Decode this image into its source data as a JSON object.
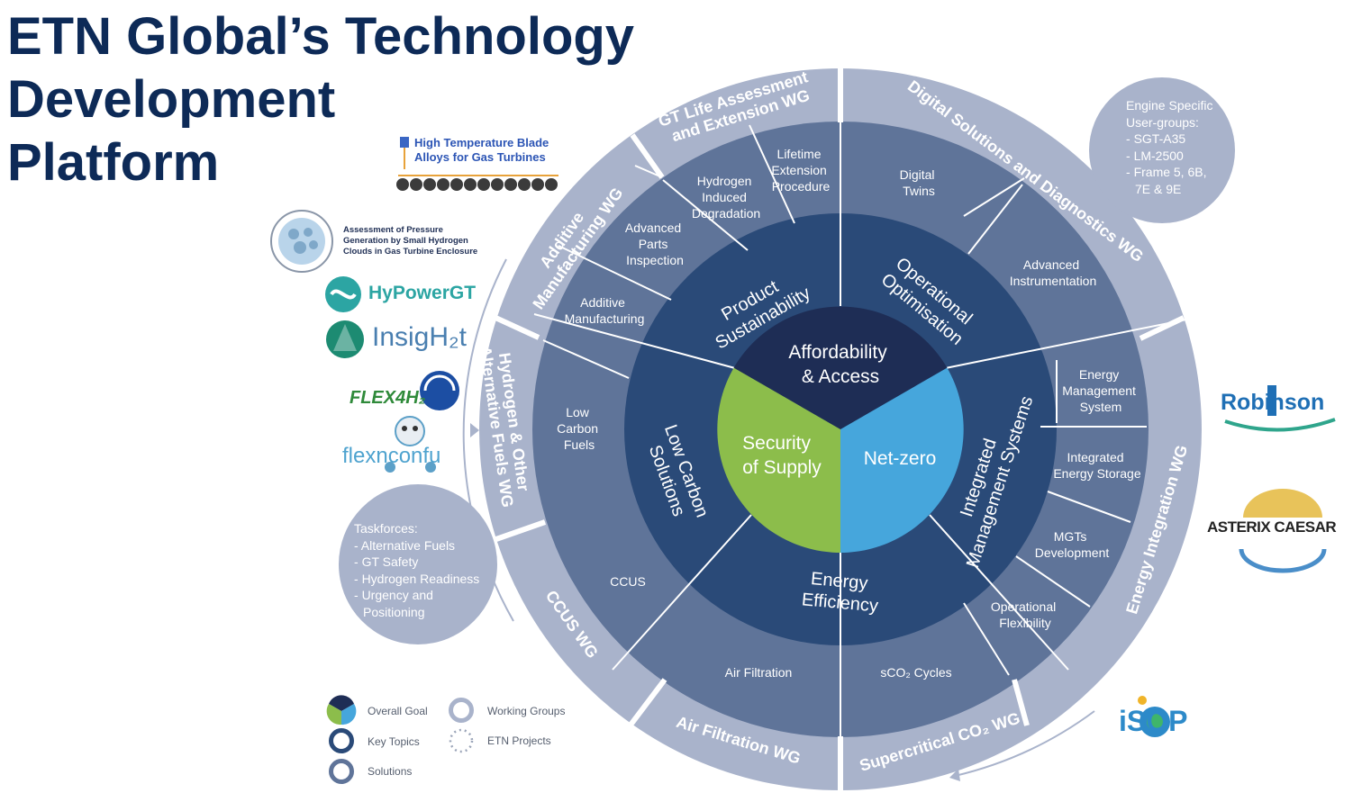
{
  "title": [
    "ETN Global’s Technology",
    "Development",
    "Platform"
  ],
  "core": {
    "top": [
      "Affordability",
      "& Access"
    ],
    "left": [
      "Security",
      "of Supply"
    ],
    "right": [
      "Net-zero"
    ]
  },
  "key_topics": {
    "product": [
      "Product",
      "Sustainability"
    ],
    "operational": [
      "Operational",
      "Optimisation"
    ],
    "integrated": [
      "Integrated",
      "Management Systems"
    ],
    "energy_eff": [
      "Energy",
      "Efficiency"
    ],
    "low_carbon": [
      "Low Carbon",
      "Solutions"
    ]
  },
  "solutions": {
    "digital_twins": [
      "Digital",
      "Twins"
    ],
    "advanced_instr": [
      "Advanced",
      "Instrumentation"
    ],
    "ems": [
      "Energy",
      "Management",
      "System"
    ],
    "ies": [
      "Integrated",
      "Energy Storage"
    ],
    "mgt": [
      "MGTs",
      "Development"
    ],
    "opflex": [
      "Operational",
      "Flexibility"
    ],
    "sco2": "sCO₂ Cycles",
    "air_filtration": "Air Filtration",
    "ccus": "CCUS",
    "lcf": [
      "Low",
      "Carbon",
      "Fuels"
    ],
    "additive": [
      "Additive",
      "Manufacturing"
    ],
    "parts": [
      "Advanced",
      "Parts",
      "Inspection"
    ],
    "hid": [
      "Hydrogen",
      "Induced",
      "Degradation"
    ],
    "lep": [
      "Lifetime",
      "Extension",
      "Procedure"
    ]
  },
  "working_groups": {
    "gt_life": [
      "GT Life Assessment",
      "and Extension WG"
    ],
    "digital": "Digital Solutions and Diagnostics WG",
    "energy_integration": "Energy Integration WG",
    "sco2": "Supercritical CO₂ WG",
    "air_filtration": "Air Filtration WG",
    "ccus": "CCUS WG",
    "hydrogen": [
      "Hydrogen & Other",
      "Alternative Fuels WG"
    ],
    "additive": [
      "Additive",
      "Manufacturing WG"
    ]
  },
  "engine_bubble": {
    "heading": [
      "Engine Specific",
      "User-groups:"
    ],
    "items": [
      "SGT-A35",
      "LM-2500",
      "Frame 5, 6B, 7E & 9E"
    ]
  },
  "taskforce_bubble": {
    "heading": "Taskforces:",
    "items": [
      "Alternative Fuels",
      "GT Safety",
      "Hydrogen Readiness",
      "Urgency and Positioning"
    ]
  },
  "projects": {
    "blade": [
      "High Temperature Blade",
      "Alloys for Gas Turbines"
    ],
    "pressure": [
      "Assessment of Pressure",
      "Generation by Small Hydrogen",
      "Clouds in Gas Turbine Enclosure"
    ],
    "hypower": "HyPowerGT",
    "insigh2t": "InsigH₂t",
    "flex4h2": "FLEX4H₂",
    "flexnconfu": "flexnconfu",
    "robinson": "Robinson",
    "asterix": "ASTERIX CAESAR",
    "isop": "iSOP"
  },
  "legend": {
    "overall_goal": "Overall Goal",
    "key_topics": "Key Topics",
    "solutions": "Solutions",
    "working_groups": "Working Groups",
    "etn_projects": "ETN Projects"
  },
  "colors": {
    "navy": "#1e2d55",
    "key_ring": "#2a4a78",
    "solution_ring": "#5f7499",
    "wg_ring": "#a9b3cb",
    "green": "#8cbd4b",
    "blue": "#46a6dc",
    "title": "#0d2a57"
  }
}
